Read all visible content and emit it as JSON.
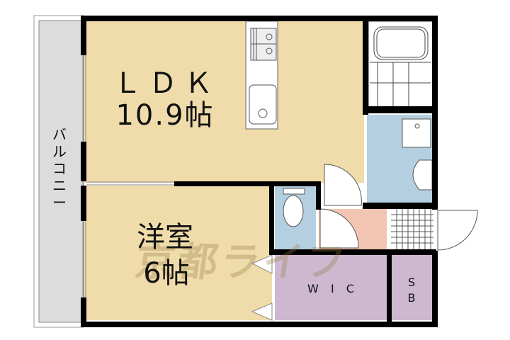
{
  "floor_plan": {
    "rooms": [
      {
        "id": "ldk",
        "name": "ＬＤＫ",
        "size": "10.9帖",
        "color": "#efdcaa"
      },
      {
        "id": "western-room",
        "name": "洋室",
        "size": "6帖",
        "color": "#efdcaa"
      },
      {
        "id": "wic",
        "name": "WIC",
        "color": "#cdb8cf"
      },
      {
        "id": "sb",
        "name": "SB",
        "color": "#cdb8cf"
      },
      {
        "id": "balcony",
        "name": "バルコニー",
        "color": "#dcdcdc"
      },
      {
        "id": "washroom",
        "color": "#b4cfe0"
      },
      {
        "id": "toilet",
        "color": "#b4cfe0"
      },
      {
        "id": "entrance-hall",
        "color": "#f2c4b2"
      },
      {
        "id": "bathroom",
        "color": "#ffffff"
      },
      {
        "id": "genkan",
        "color": "#ffffff"
      }
    ],
    "labels": {
      "ldk_name": "ＬＤＫ",
      "ldk_size": "10.9帖",
      "western_name": "洋室",
      "western_size": "6帖",
      "wic": "W I C",
      "sb": "S B",
      "balcony": "バ ル コ ニ ー"
    },
    "watermark": "京都ライフ",
    "colors": {
      "wall": "#000000",
      "floor_wood": "#efdcaa",
      "storage": "#cdb8cf",
      "water": "#b4cfe0",
      "hall": "#f2c4b2",
      "balcony": "#dcdcdc"
    }
  }
}
